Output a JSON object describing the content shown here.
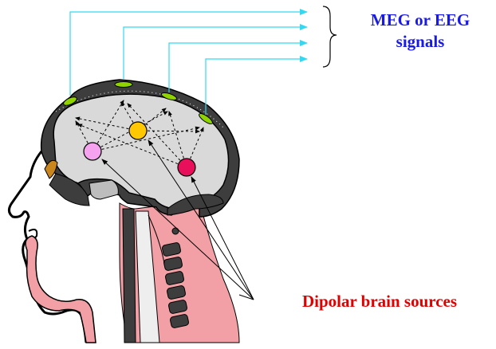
{
  "labels": {
    "signals_line1": "MEG or EEG",
    "signals_line2": "signals",
    "sources": "Dipolar brain sources"
  },
  "colors": {
    "signals_text": "#1a1ae6",
    "sources_text": "#e00000",
    "signal_lines": "#33d9f2",
    "sensors": "#8fd400",
    "brain_fill": "#d9d9d9",
    "skull_fill": "#3d3d3d",
    "skin": "#f2a0a6",
    "dipole_pink": "#f5a3ee",
    "dipole_yellow": "#ffc800",
    "dipole_red": "#e8105a",
    "eye": "#c8861c"
  },
  "dipoles": [
    {
      "name": "dipole-pink",
      "color": "#f5a3ee"
    },
    {
      "name": "dipole-yellow",
      "color": "#ffc800"
    },
    {
      "name": "dipole-red",
      "color": "#e8105a"
    }
  ],
  "sensors": {
    "count": 4
  }
}
